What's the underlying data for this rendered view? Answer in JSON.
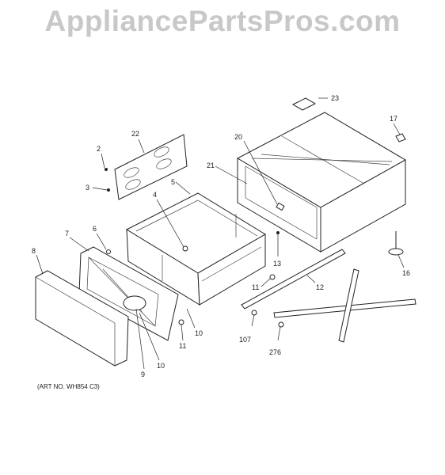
{
  "watermark": "AppliancePartsPros.com",
  "art_number": "(ART NO. WH854 C3)",
  "callouts": [
    "23",
    "17",
    "22",
    "2",
    "3",
    "20",
    "21",
    "5",
    "4",
    "6",
    "7",
    "8",
    "13",
    "11",
    "12",
    "16",
    "107",
    "276",
    "10",
    "11",
    "9",
    "10"
  ]
}
